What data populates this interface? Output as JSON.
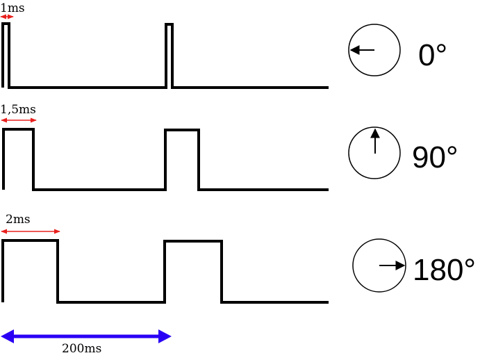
{
  "rows": [
    {
      "pulse_label": "1ms",
      "angle_label": "0°",
      "needle": "left",
      "pulse_width_ms": 1.0
    },
    {
      "pulse_label": "1,5ms",
      "angle_label": "90°",
      "needle": "up",
      "pulse_width_ms": 1.5
    },
    {
      "pulse_label": "2ms",
      "angle_label": "180°",
      "needle": "right",
      "pulse_width_ms": 2.0
    }
  ],
  "period_label": "200ms",
  "colors": {
    "wave": "#000000",
    "pulse_marker": "#e8201e",
    "period_arrow": "#2a00f5"
  }
}
